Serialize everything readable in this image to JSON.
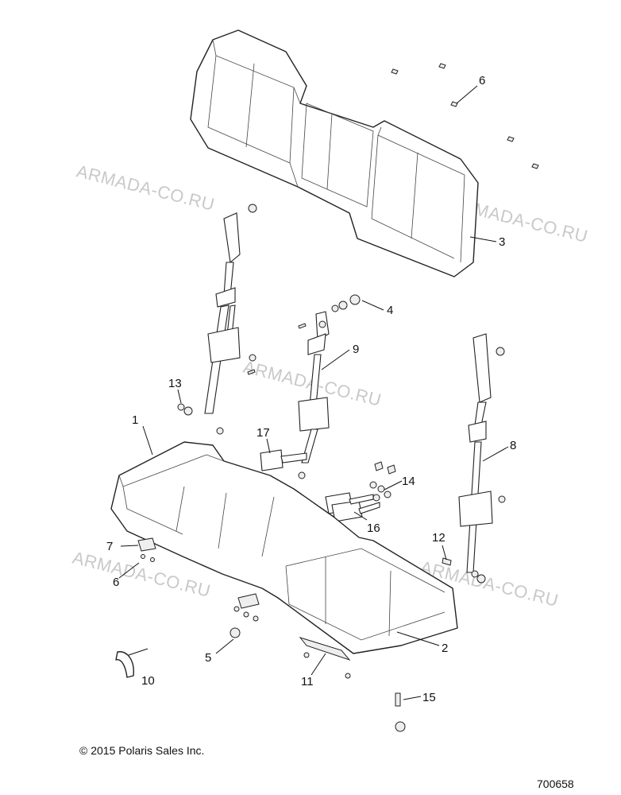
{
  "watermarks": [
    "ARMADA-CO.RU",
    "ARMADA-CO.RU",
    "ARMADA-CO.RU",
    "ARMADA-CO.RU",
    "ARMADA-CO.RU"
  ],
  "callouts": {
    "c1": "1",
    "c2": "2",
    "c3": "3",
    "c4": "4",
    "c5": "5",
    "c6a": "6",
    "c6b": "6",
    "c7": "7",
    "c8": "8",
    "c9": "9",
    "c10": "10",
    "c11": "11",
    "c12": "12",
    "c13": "13",
    "c14": "14",
    "c15": "15",
    "c16": "16",
    "c17": "17"
  },
  "footer": {
    "copyright": "© 2015 Polaris Sales Inc.",
    "drawing_number": "700658"
  }
}
